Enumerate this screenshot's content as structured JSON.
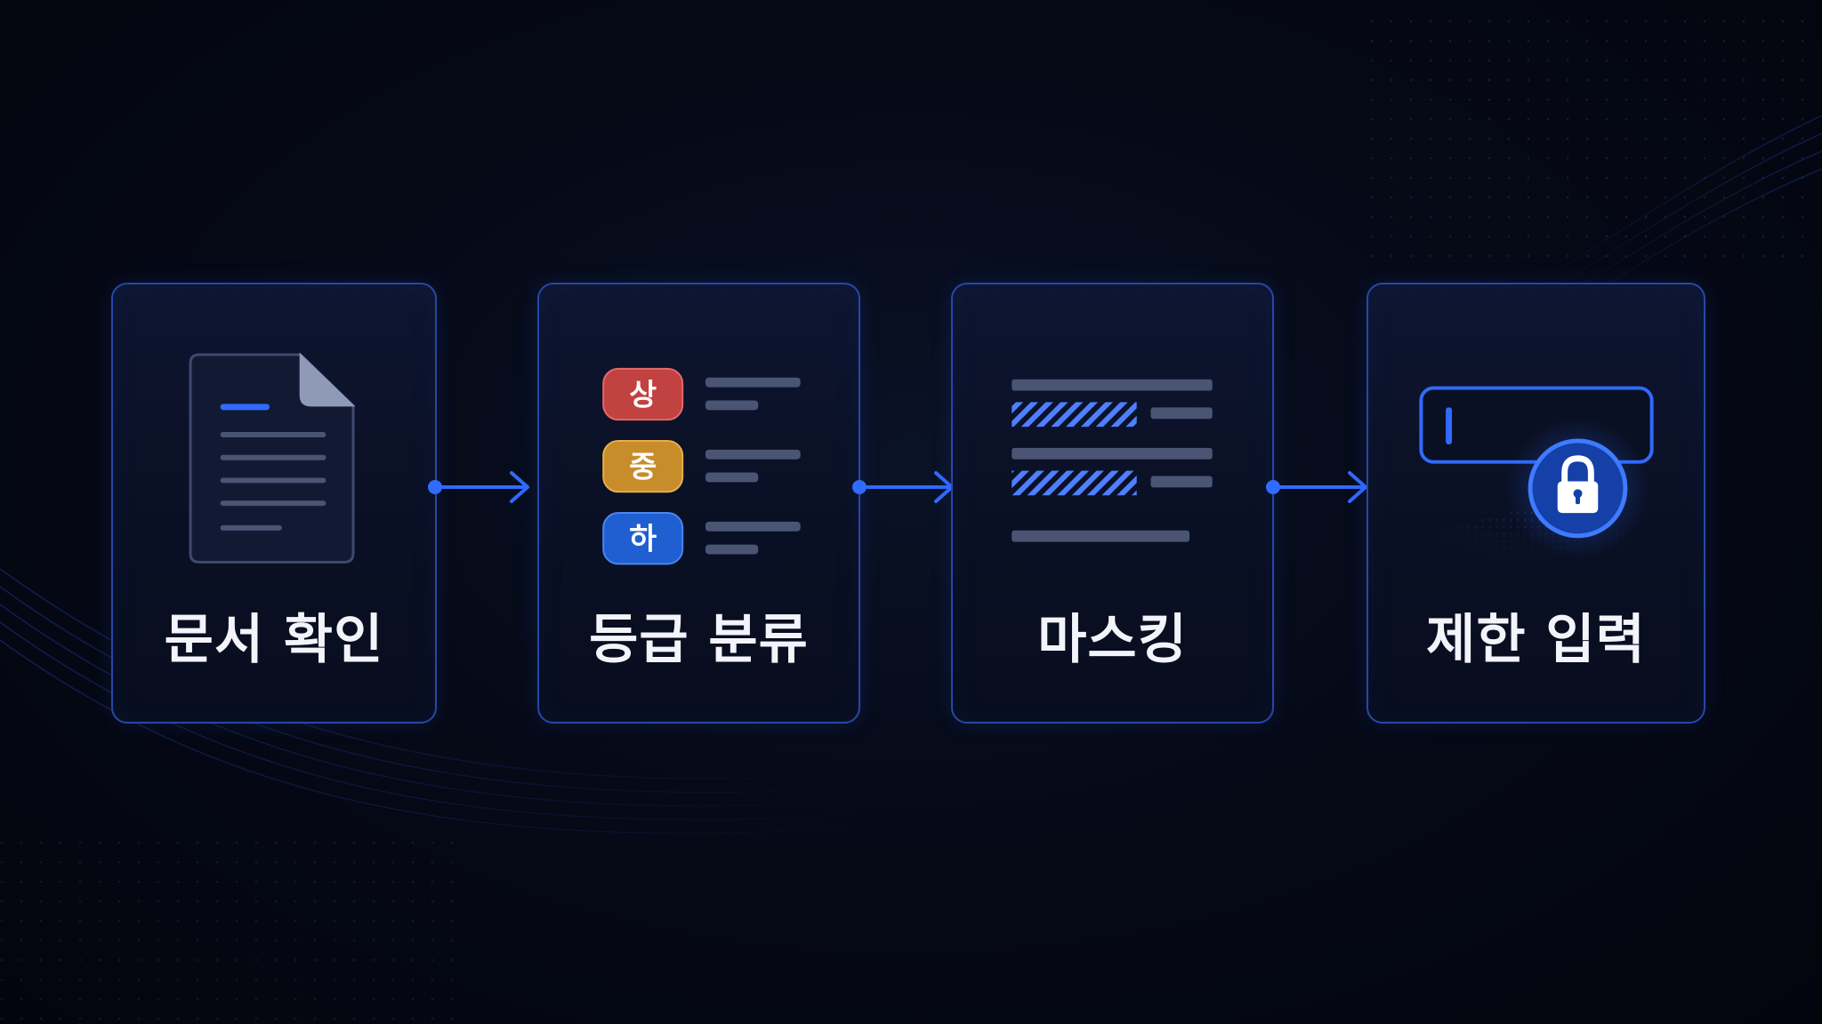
{
  "steps": [
    {
      "label": "문서 확인",
      "icon": "document-icon"
    },
    {
      "label": "등급 분류",
      "icon": "grade-list-icon",
      "grades": [
        {
          "text": "상",
          "color": "#c24141"
        },
        {
          "text": "중",
          "color": "#c78d2a"
        },
        {
          "text": "하",
          "color": "#1f5fd1"
        }
      ]
    },
    {
      "label": "마스킹",
      "icon": "masked-text-icon"
    },
    {
      "label": "제한 입력",
      "icon": "locked-input-icon"
    }
  ],
  "colors": {
    "accent": "#2f6bff",
    "border": "#2747a8",
    "background": "#060a18",
    "text": "#f2f4fa"
  }
}
